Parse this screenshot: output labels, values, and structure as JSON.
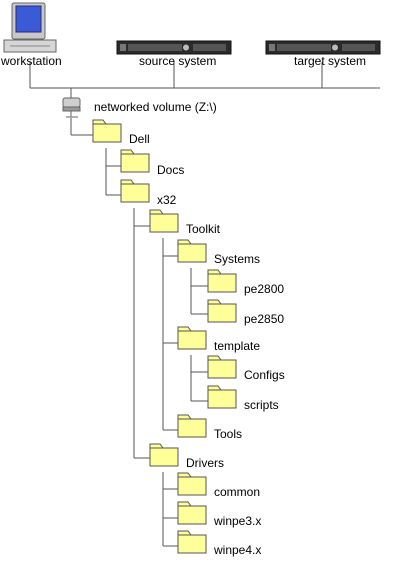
{
  "colors": {
    "line": "#555555",
    "folder_fill": "#ffff99",
    "folder_stroke": "#555555",
    "server_body": "#2b2b2b",
    "monitor_frame": "#bdbdbd",
    "monitor_screen": "#3b5bd6"
  },
  "systems": {
    "workstation": {
      "label": "workstation",
      "icon": "workstation-icon"
    },
    "source": {
      "label": "source system",
      "icon": "server-icon"
    },
    "target": {
      "label": "target system",
      "icon": "server-icon"
    }
  },
  "volume": {
    "label": "networked volume (Z:\\)",
    "icon": "network-drive-icon"
  },
  "folders": [
    {
      "id": "dell",
      "label": "Dell"
    },
    {
      "id": "docs",
      "label": "Docs"
    },
    {
      "id": "x32",
      "label": "x32"
    },
    {
      "id": "toolkit",
      "label": "Toolkit"
    },
    {
      "id": "systems",
      "label": "Systems"
    },
    {
      "id": "pe2800",
      "label": "pe2800"
    },
    {
      "id": "pe2850",
      "label": "pe2850"
    },
    {
      "id": "template",
      "label": "template"
    },
    {
      "id": "configs",
      "label": "Configs"
    },
    {
      "id": "scripts",
      "label": "scripts"
    },
    {
      "id": "tools",
      "label": "Tools"
    },
    {
      "id": "drivers",
      "label": "Drivers"
    },
    {
      "id": "common",
      "label": "common"
    },
    {
      "id": "winpe3",
      "label": "winpe3.x"
    },
    {
      "id": "winpe4",
      "label": "winpe4.x"
    }
  ]
}
